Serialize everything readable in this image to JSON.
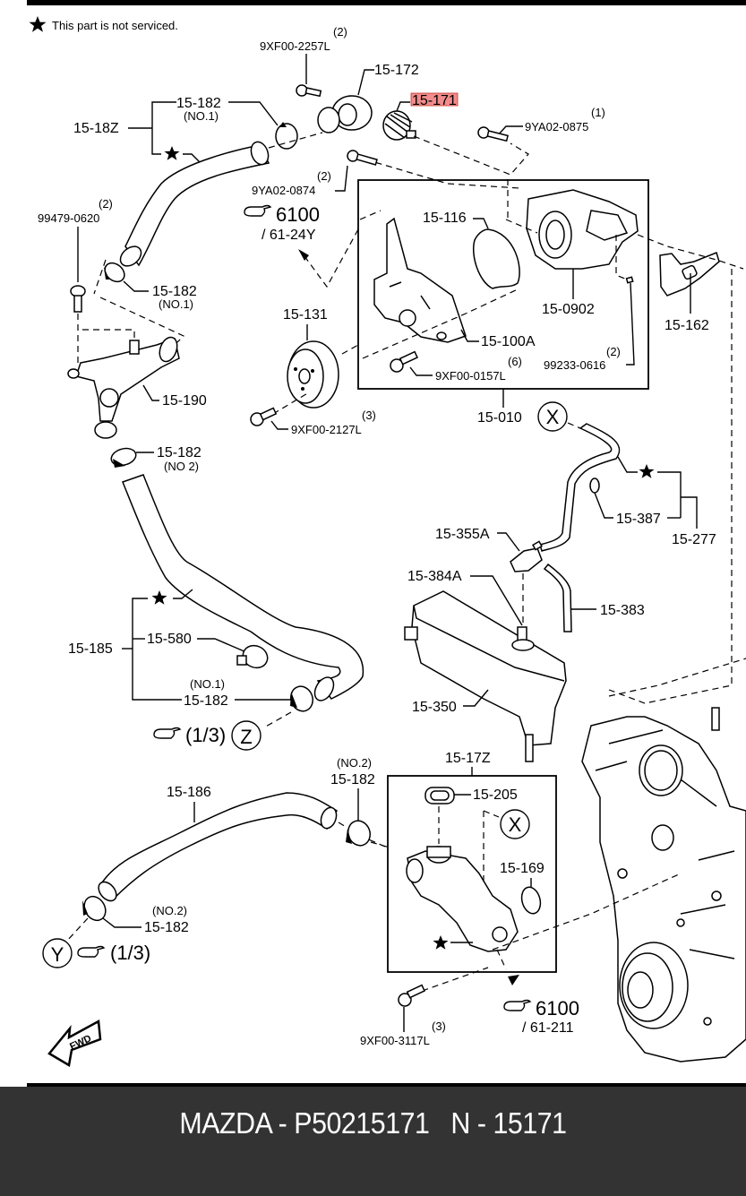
{
  "note": {
    "icon": "star-icon",
    "text": "This part is not serviced."
  },
  "highlight_color": "#f28b8b",
  "callouts": {
    "c_9XF00_2257L": {
      "part": "9XF00-2257L",
      "qty": "(2)"
    },
    "c_15_172": {
      "part": "15-172"
    },
    "c_15_171": {
      "part": "15-171",
      "highlighted": true
    },
    "c_9YA02_0875": {
      "part": "9YA02-0875",
      "qty": "(1)"
    },
    "c_15_182_top": {
      "part": "15-182",
      "sub": "(NO.1)"
    },
    "c_15_18Z": {
      "part": "15-18Z"
    },
    "c_9YA02_0874": {
      "part": "9YA02-0874",
      "qty": "(2)"
    },
    "c_99479_0620": {
      "part": "99479-0620",
      "qty": "(2)"
    },
    "ref_6100_top": {
      "page": "6100",
      "sub": "/ 61-24Y"
    },
    "c_15_116": {
      "part": "15-116"
    },
    "c_15_0902": {
      "part": "15-0902"
    },
    "c_15_162": {
      "part": "15-162"
    },
    "c_15_182_mid": {
      "part": "15-182",
      "sub": "(NO.1)"
    },
    "c_15_131": {
      "part": "15-131"
    },
    "c_15_100A": {
      "part": "15-100A"
    },
    "c_99233_0616": {
      "part": "99233-0616",
      "qty": "(2)"
    },
    "c_9XF00_0157L": {
      "part": "9XF00-0157L",
      "qty": "(6)"
    },
    "c_15_190": {
      "part": "15-190"
    },
    "c_9XF00_2127L": {
      "part": "9XF00-2127L",
      "qty": "(3)"
    },
    "c_15_010": {
      "part": "15-010"
    },
    "c_15_182_no2a": {
      "part": "15-182",
      "sub": "(NO 2)"
    },
    "c_15_387": {
      "part": "15-387"
    },
    "c_15_277": {
      "part": "15-277"
    },
    "c_15_355A": {
      "part": "15-355A"
    },
    "c_15_384A": {
      "part": "15-384A"
    },
    "c_15_383": {
      "part": "15-383"
    },
    "c_15_185": {
      "part": "15-185"
    },
    "c_15_580": {
      "part": "15-580"
    },
    "c_15_182_low": {
      "part": "15-182",
      "sub": "(NO.1)"
    },
    "c_15_350": {
      "part": "15-350"
    },
    "ref_z": {
      "page": "(1/3)",
      "marker": "Z"
    },
    "c_15_17Z": {
      "part": "15-17Z"
    },
    "c_15_186": {
      "part": "15-186"
    },
    "c_15_182_no2b": {
      "part": "15-182",
      "sub": "(NO.2)"
    },
    "c_15_205": {
      "part": "15-205"
    },
    "c_15_169": {
      "part": "15-169"
    },
    "c_15_182_no2c": {
      "part": "15-182",
      "sub": "(NO.2)"
    },
    "ref_y": {
      "page": "(1/3)",
      "marker": "Y"
    },
    "ref_6100_bottom": {
      "page": "6100",
      "sub": "/ 61-211"
    },
    "c_9XF00_3117L": {
      "part": "9XF00-3117L",
      "qty": "(3)"
    }
  },
  "markers": {
    "x_top": "X",
    "x_box": "X"
  },
  "fwd_label": "FWD",
  "footer": {
    "text": "MAZDA - P50215171   N - 15171"
  }
}
